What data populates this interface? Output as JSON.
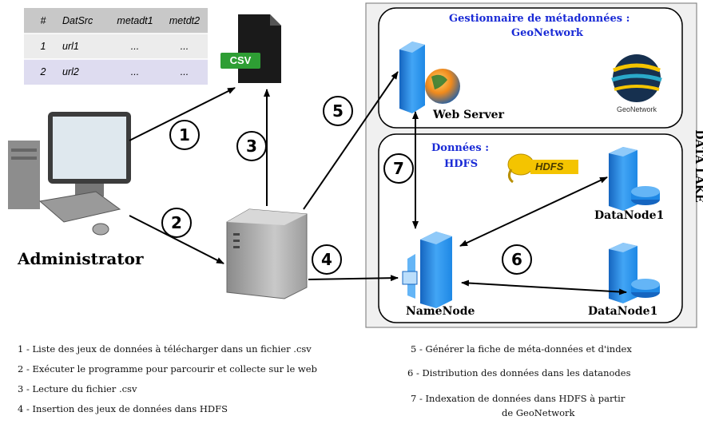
{
  "table": {
    "headers": [
      "#",
      "DatSrc",
      "metadt1",
      "metdt2"
    ],
    "rows": [
      [
        "1",
        "url1",
        "...",
        "..."
      ],
      [
        "2",
        "url2",
        "...",
        "..."
      ]
    ]
  },
  "csv_label": "CSV",
  "data_lake_label": "DATA LAKE",
  "metadata_manager": {
    "title_line1": "Gestionnaire de métadonnées :",
    "title_line2": "GeoNetwork",
    "web_server": "Web Server",
    "geonetwork_logo_text": "GeoNetwork"
  },
  "hdfs": {
    "title_line1": "Données :",
    "title_line2": "HDFS",
    "logo_text": "HDFS",
    "namenode": "NameNode",
    "datanode_top": "DataNode1",
    "datanode_bottom": "DataNode1"
  },
  "administrator": "Administrator",
  "steps": [
    "1",
    "2",
    "3",
    "4",
    "5",
    "6",
    "7"
  ],
  "legend_left": [
    "1 - Liste des jeux de données à télécharger dans un fichier .csv",
    "2 - Exécuter le programme pour parcourir et collecte sur le web",
    "3 - Lecture du fichier .csv",
    "4 - Insertion des jeux de données dans HDFS"
  ],
  "legend_right": [
    "5 - Générer la fiche de méta-données et d'index",
    "6 -  Distribution des données dans les datanodes",
    "7 - Indexation de données dans HDFS à partir",
    "de GeoNetwork"
  ],
  "colors": {
    "title_blue": "#1a2bd6",
    "server_blue": "#1e88e5",
    "csv_green": "#2e9e34",
    "table_header": "#c8c8c8",
    "table_row1": "#ececec",
    "table_row2": "#dedcf0",
    "hdfs_yellow": "#f4c400"
  }
}
